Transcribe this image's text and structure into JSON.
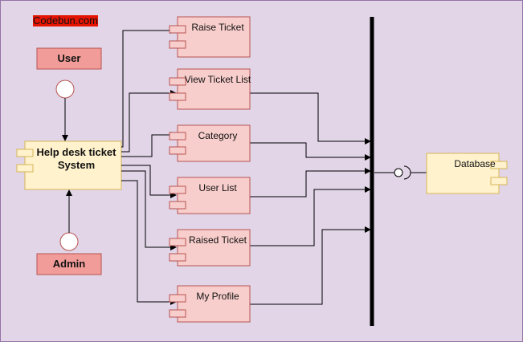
{
  "brand": "Codebun.com",
  "actors": {
    "user": "User",
    "admin": "Admin"
  },
  "system": "Help desk ticket System",
  "modules": [
    {
      "key": "raise",
      "label": "Raise Ticket"
    },
    {
      "key": "view",
      "label": "View Ticket List"
    },
    {
      "key": "category",
      "label": "Category"
    },
    {
      "key": "userlist",
      "label": "User List"
    },
    {
      "key": "raised",
      "label": "Raised Ticket"
    },
    {
      "key": "profile",
      "label": "My Profile"
    }
  ],
  "database": "Database",
  "colors": {
    "background": "#e1d5e7",
    "module_fill": "#f8cecc",
    "module_stroke": "#b85450",
    "system_fill": "#fff2cc",
    "system_stroke": "#d6b656",
    "actor_fill": "#f19c99",
    "brand_fill": "#e51400",
    "bus": "#000000"
  }
}
